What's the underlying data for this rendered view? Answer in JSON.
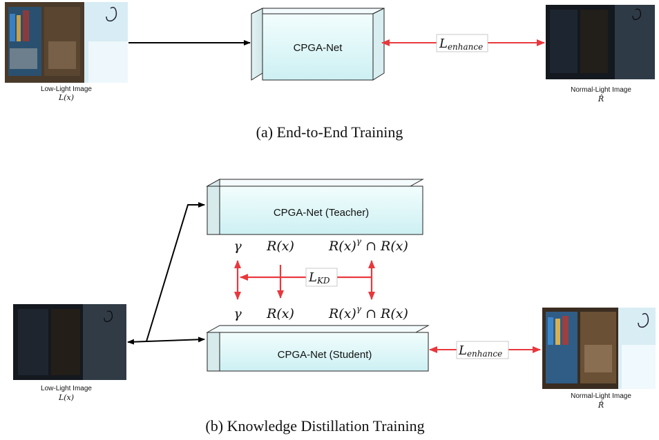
{
  "part_a": {
    "input": {
      "label": "Low-Light Image",
      "symbol": "L(x)"
    },
    "network": "CPGA-Net",
    "loss": {
      "base": "L",
      "sub": "enhance"
    },
    "output": {
      "label": "Normal-Light Image",
      "symbol": "R̂"
    },
    "caption": "(a) End-to-End Training"
  },
  "part_b": {
    "input": {
      "label": "Low-Light Image",
      "symbol": "L(x)"
    },
    "teacher": "CPGA-Net (Teacher)",
    "student": "CPGA-Net (Student)",
    "teacher_outputs": {
      "gamma": "γ",
      "r": "R(x)",
      "combo_base": "R(x)",
      "combo_sup": "γ",
      "combo_rest": " ∩ R(x)"
    },
    "student_outputs": {
      "gamma": "γ",
      "r": "R(x)",
      "combo_base": "R(x)",
      "combo_sup": "γ",
      "combo_rest": " ∩ R(x)"
    },
    "kd_loss": {
      "base": "L",
      "sub": "KD"
    },
    "loss": {
      "base": "L",
      "sub": "enhance"
    },
    "output": {
      "label": "Normal-Light Image",
      "symbol": "R̂"
    },
    "caption": "(b) Knowledge Distillation Training"
  },
  "colors": {
    "box_top": "#f2fdfd",
    "box_bottom": "#cdf0f3",
    "box_stroke": "#222222",
    "loss_arrow": "#e8383d",
    "flow_arrow": "#000000"
  }
}
